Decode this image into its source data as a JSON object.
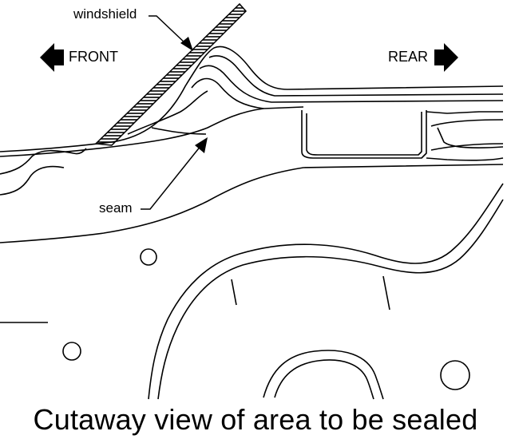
{
  "labels": {
    "windshield": "windshield",
    "seam": "seam",
    "front": "FRONT",
    "rear": "REAR"
  },
  "caption": "Cutaway view of area to be sealed",
  "icons": {
    "front_arrow": "arrow-left",
    "rear_arrow": "arrow-right"
  },
  "colors": {
    "line": "#000000",
    "background": "#ffffff"
  }
}
